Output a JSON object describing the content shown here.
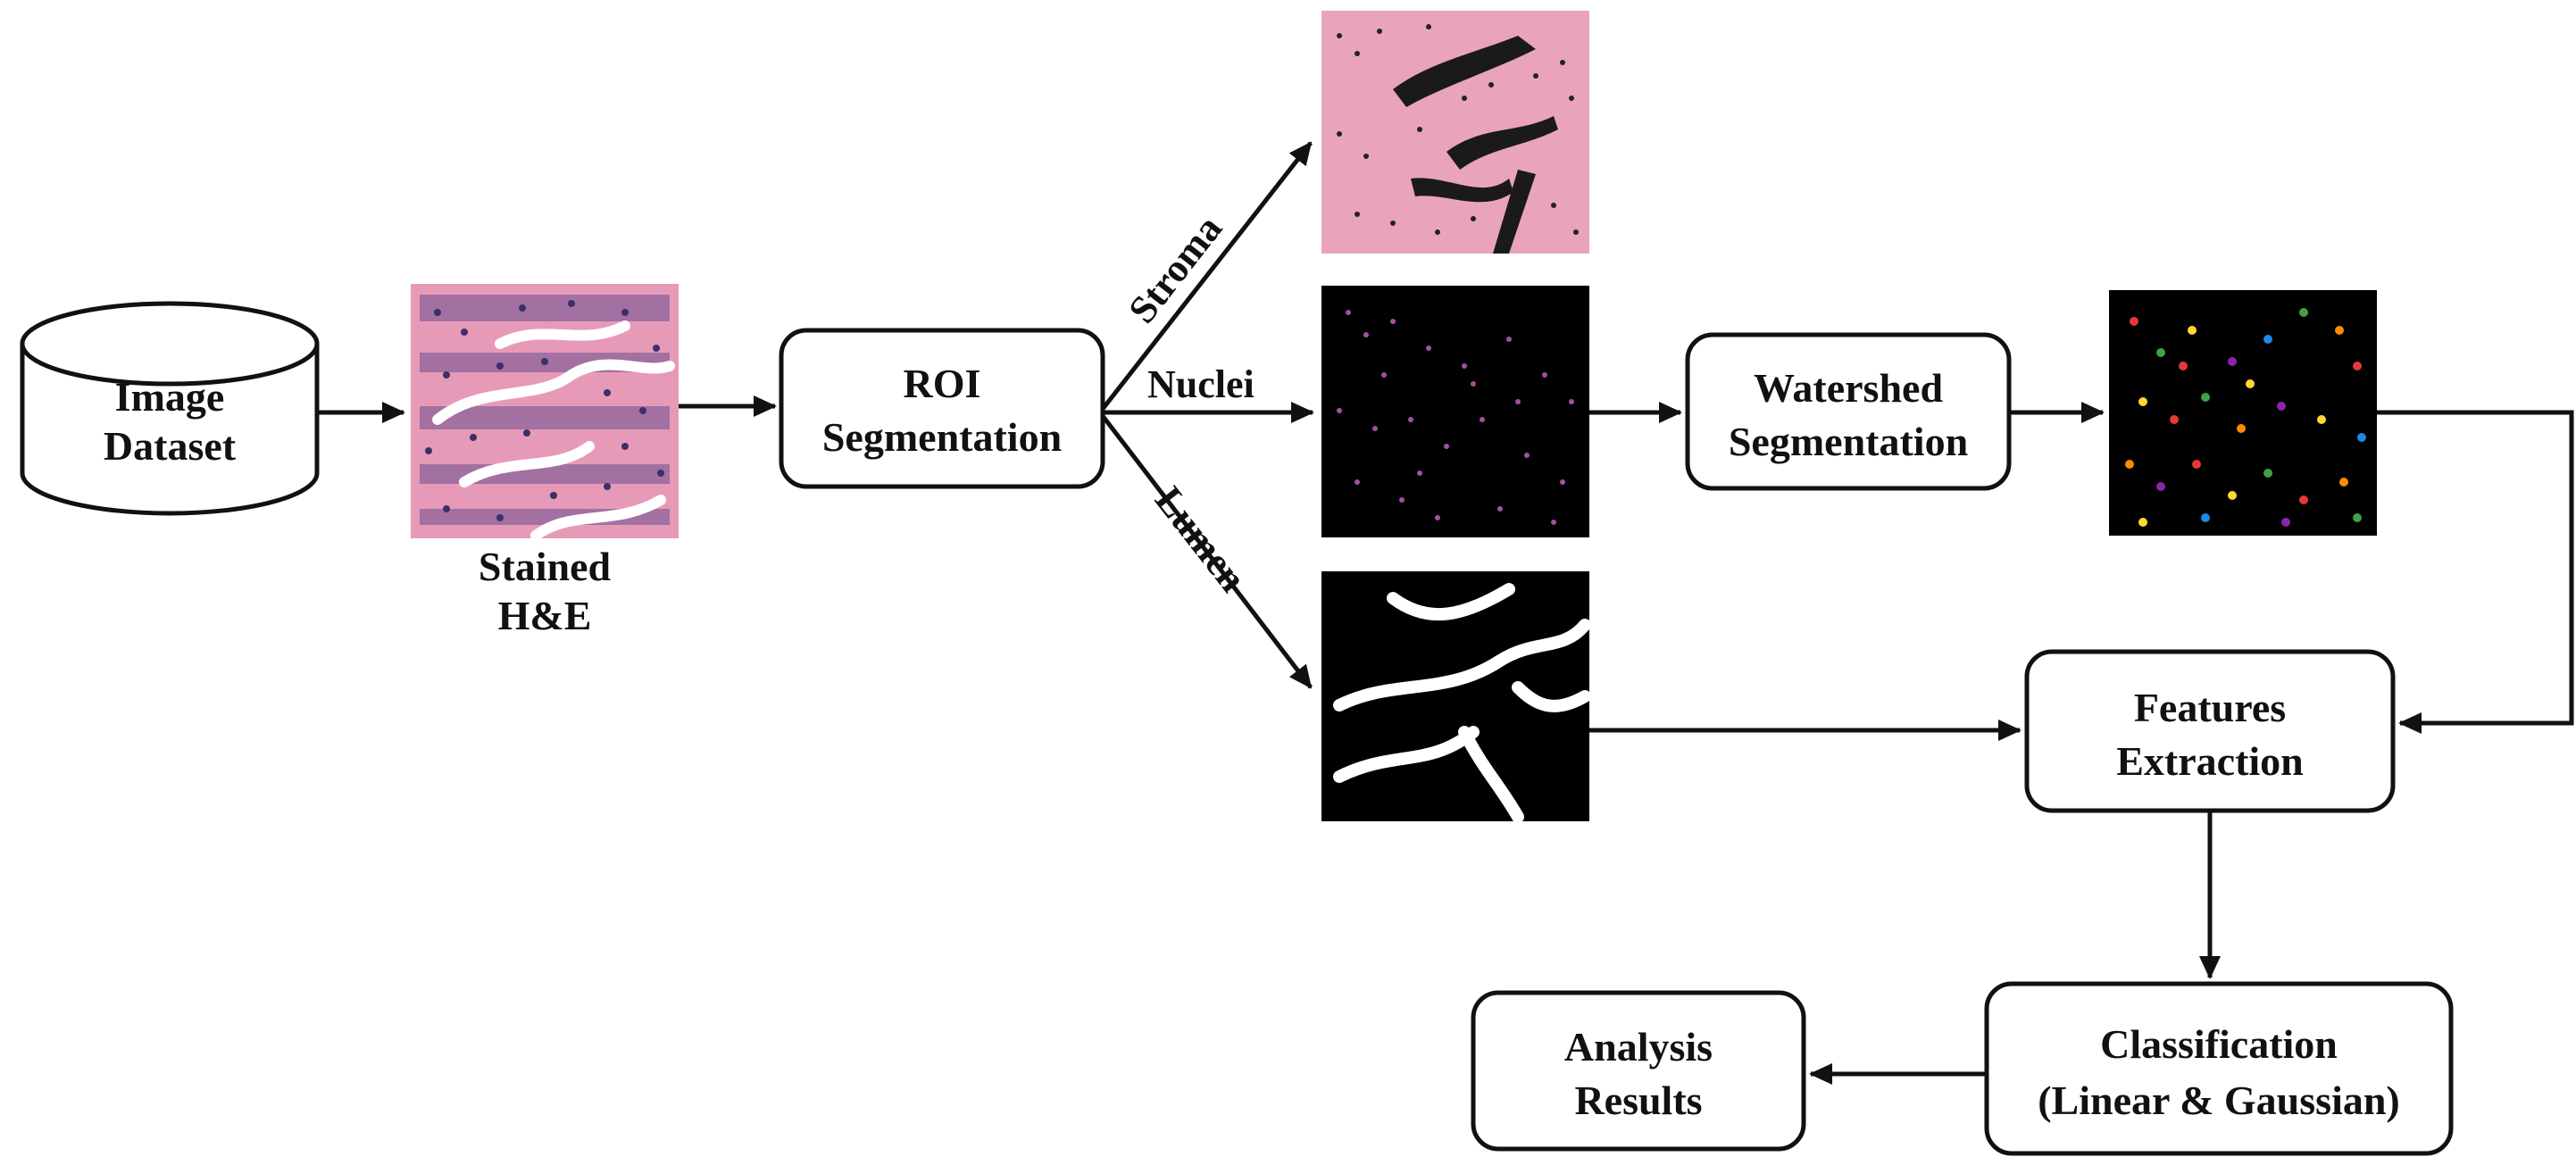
{
  "nodes": {
    "image_dataset": {
      "line1": "Image",
      "line2": "Dataset"
    },
    "stained_he": {
      "line1": "Stained",
      "line2": "H&E"
    },
    "roi_segmentation": {
      "line1": "ROI",
      "line2": "Segmentation"
    },
    "watershed_segmentation": {
      "line1": "Watershed",
      "line2": "Segmentation"
    },
    "features_extraction": {
      "line1": "Features",
      "line2": "Extraction"
    },
    "classification": {
      "line1": "Classification",
      "line2": "(Linear & Gaussian)"
    },
    "analysis_results": {
      "line1": "Analysis",
      "line2": "Results"
    }
  },
  "branches": {
    "stroma": "Stroma",
    "nuclei": "Nuclei",
    "lumen": "Lumen"
  },
  "colors": {
    "stroke": "#111111",
    "he_pink": "#e79ab8",
    "he_nuclei": "#4a3a78",
    "lumen_white": "#ffffff",
    "mask_black": "#000000",
    "nuclei_magenta": "#a64fa0",
    "stroma_pink": "#e9a3bd"
  }
}
